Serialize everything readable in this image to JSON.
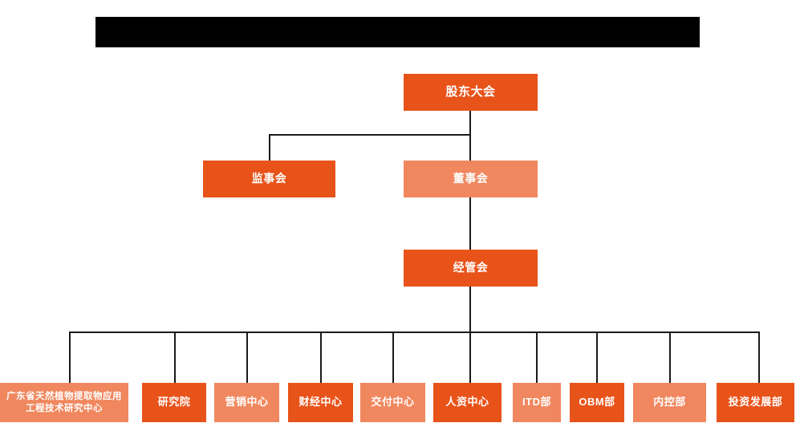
{
  "header": {
    "redacted_bar": true
  },
  "colors": {
    "dark_orange": "#E8531A",
    "light_salmon": "#F0875E",
    "connector": "#1a1a1a",
    "background": "#ffffff",
    "text": "#ffffff"
  },
  "org_chart": {
    "title": "",
    "levels": [
      {
        "level": 1,
        "nodes": [
          {
            "id": "shareholders",
            "label": "股东大会",
            "shade": "dark"
          }
        ]
      },
      {
        "level": 2,
        "nodes": [
          {
            "id": "supervisors",
            "label": "监事会",
            "shade": "dark"
          },
          {
            "id": "directors",
            "label": "董事会",
            "shade": "light"
          }
        ]
      },
      {
        "level": 3,
        "nodes": [
          {
            "id": "management",
            "label": "经管会",
            "shade": "dark"
          }
        ]
      },
      {
        "level": 4,
        "nodes": [
          {
            "id": "dept-1",
            "label": "广东省天然植物提取物应用工程技术研究中心",
            "shade": "light"
          },
          {
            "id": "dept-2",
            "label": "研究院",
            "shade": "dark"
          },
          {
            "id": "dept-3",
            "label": "营销中心",
            "shade": "light"
          },
          {
            "id": "dept-4",
            "label": "财经中心",
            "shade": "dark"
          },
          {
            "id": "dept-5",
            "label": "交付中心",
            "shade": "light"
          },
          {
            "id": "dept-6",
            "label": "人资中心",
            "shade": "dark"
          },
          {
            "id": "dept-7",
            "label": "ITD部",
            "shade": "light"
          },
          {
            "id": "dept-8",
            "label": "OBM部",
            "shade": "dark"
          },
          {
            "id": "dept-9",
            "label": "内控部",
            "shade": "light"
          },
          {
            "id": "dept-10",
            "label": "投资发展部",
            "shade": "dark"
          }
        ]
      }
    ]
  }
}
